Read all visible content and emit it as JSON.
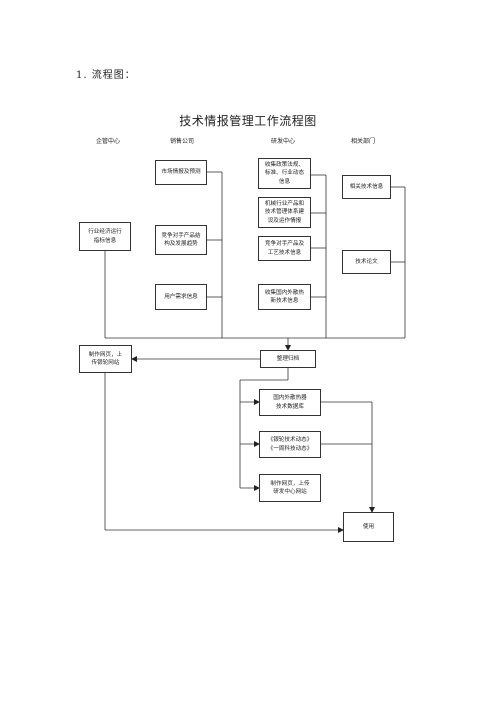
{
  "heading": "1. 流程图：",
  "title": "技术情报管理工作流程图",
  "columns": {
    "c1": "企管中心",
    "c2": "销售公司",
    "c3": "研发中心",
    "c4": "相关部门"
  },
  "boxes": {
    "market": "市场情报及预测",
    "policy": "收集政策法规、\n标准、行业动态\n信息",
    "machinery": "机械行业产品和\n技术管理体系建\n设及运作情报",
    "related_tech": "相关技术信息",
    "industry_econ": "行业经济运行\n指标信息",
    "competitor_structure": "竞争对手产品结\n构及发展趋势",
    "competitor_process": "竞争对手产品及\n工艺技术信息",
    "tech_paper": "技术论文",
    "user_needs": "用户需求信息",
    "hx_tech": "收集国内外散热\n新技术信息",
    "publish_group": "制作网页，上\n传银轮网站",
    "organize": "整理归档",
    "database": "国内外散热器\n技术数据库",
    "journals": "《银轮技术动态》\n《一周科技动态》",
    "publish_rd": "制作网页，上传\n研发中心网站",
    "use": "使用"
  }
}
